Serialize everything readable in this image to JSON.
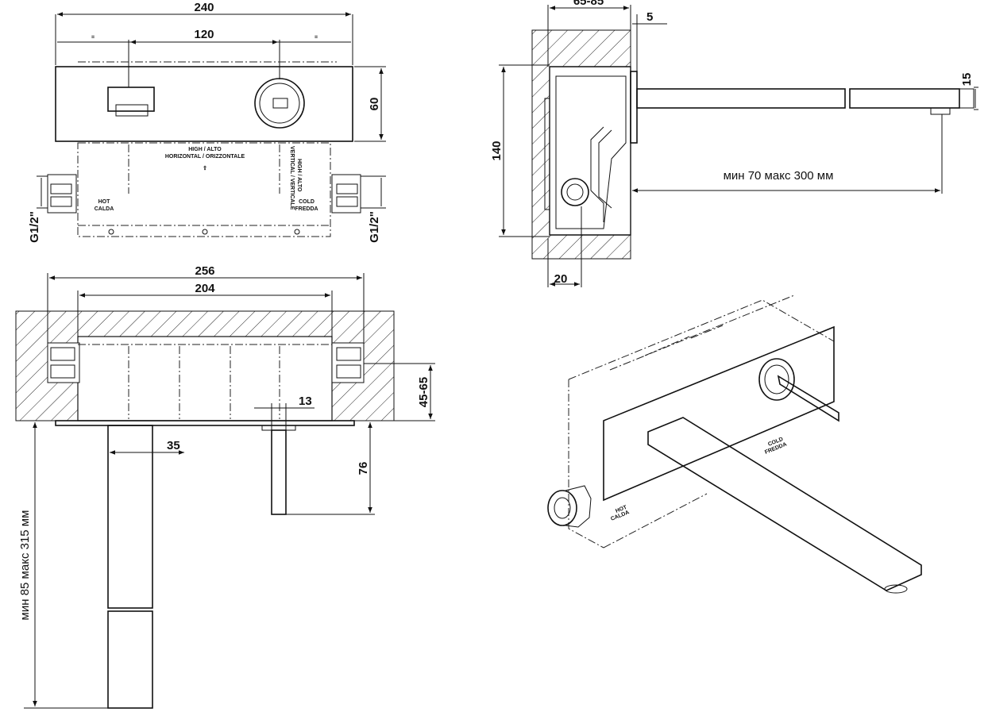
{
  "front_view": {
    "width_total": "240",
    "width_center": "120",
    "height_plate": "60",
    "pipe_left": "G1/2\"",
    "pipe_right": "G1/2\"",
    "box_labels": {
      "high_alto": "HIGH / ALTO",
      "horizontal": "HORIZONTAL / ORIZZONTALE",
      "vertical": "VERTICAL / VERTICALE",
      "high_alto_v": "HIGH / ALTO",
      "hot": "HOT",
      "calda": "CALDA",
      "cold": "COLD",
      "fredda": "FREDDA"
    }
  },
  "side_view": {
    "wall_depth": "65-85",
    "plate_thickness": "5",
    "body_height": "140",
    "spout_height": "15",
    "connection_offset": "20",
    "spout_range": "мин 70 макс 300 мм"
  },
  "top_view": {
    "width_outer": "256",
    "width_inner": "204",
    "depth_range": "45-65",
    "stem_width": "13",
    "spout_width": "35",
    "stem_projection": "76",
    "spout_range": "мин 85 макс 315 мм"
  },
  "iso_view": {
    "hot": "HOT",
    "calda": "CALDA",
    "cold": "COLD",
    "fredda": "FREDDA"
  }
}
